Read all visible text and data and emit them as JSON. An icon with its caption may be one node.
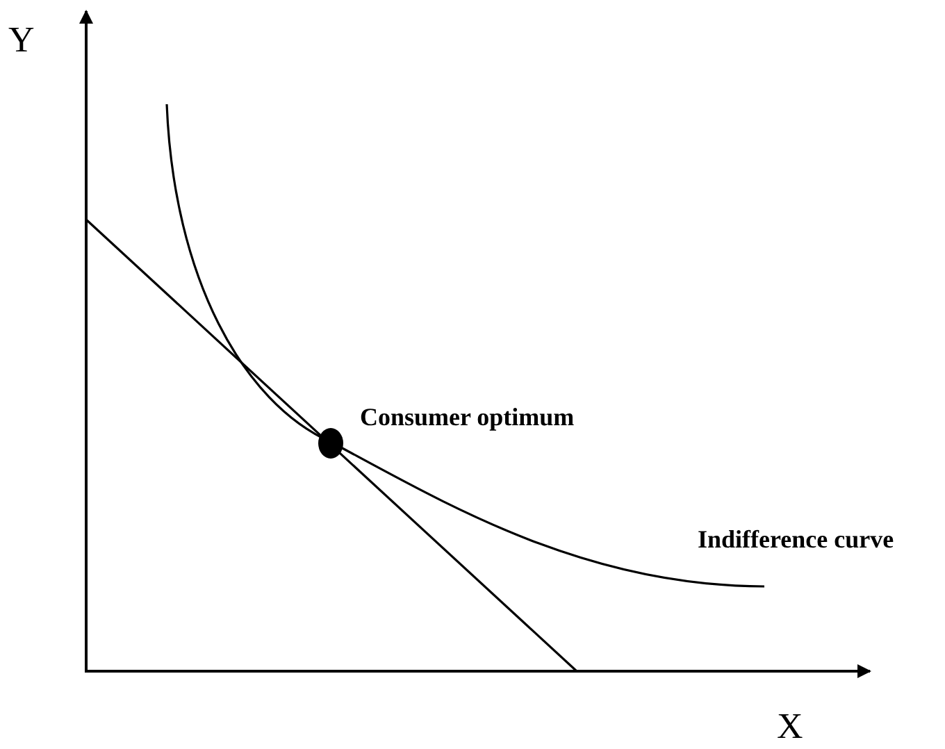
{
  "diagram": {
    "labels": [
      "Y",
      "X",
      "Consumer optimum",
      "Indifference curve"
    ]
  }
}
